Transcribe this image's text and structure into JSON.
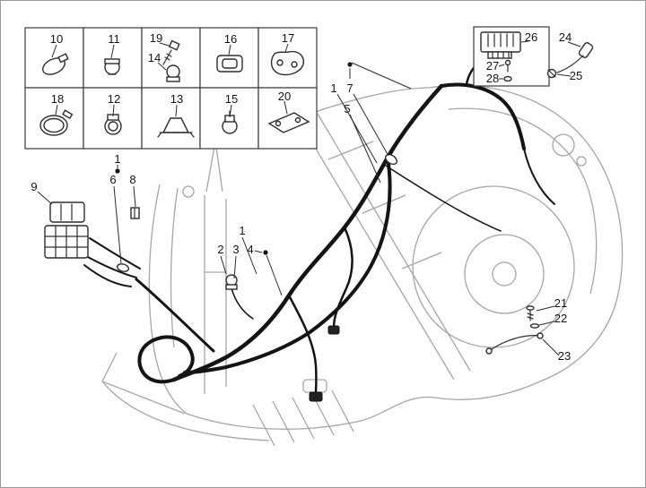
{
  "colors": {
    "harness": "#141414",
    "frame": "#a6a6a6",
    "ink": "#151515"
  },
  "labels": {
    "n1": "1",
    "n2": "2",
    "n3": "3",
    "n4": "4",
    "n5": "5",
    "n6": "6",
    "n7": "7",
    "n8": "8",
    "n9": "9",
    "n10": "10",
    "n11": "11",
    "n12": "12",
    "n13": "13",
    "n14": "14",
    "n15": "15",
    "n16": "16",
    "n17": "17",
    "n18": "18",
    "n19": "19",
    "n20": "20",
    "n21": "21",
    "n22": "22",
    "n23": "23",
    "n24": "24",
    "n25": "25",
    "n26": "26",
    "n27": "27",
    "n28": "28"
  }
}
